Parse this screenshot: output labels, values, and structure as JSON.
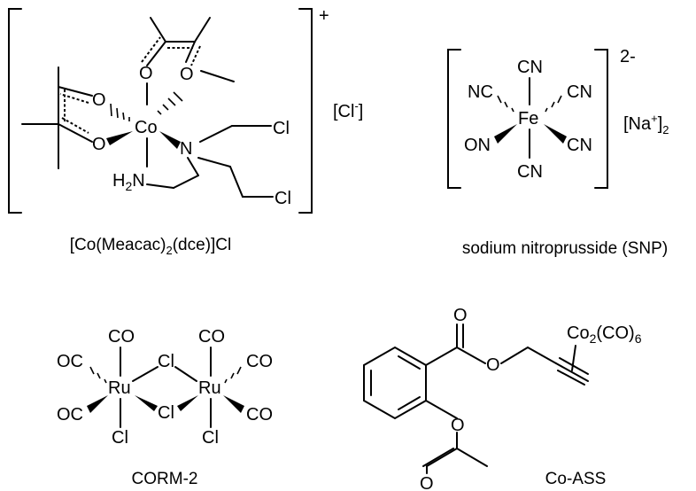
{
  "co_meacac": {
    "charge": "+",
    "counter_ion": "[Cl",
    "counter_ion_sup": "-",
    "counter_ion_close": "]",
    "atoms": {
      "co": "Co",
      "o1": "O",
      "o2": "O",
      "o3": "O",
      "o4": "O",
      "n": "N",
      "h2n": "H",
      "h2n_sub": "2",
      "h2n_n": "N",
      "cl1": "Cl",
      "cl2": "Cl"
    },
    "caption": {
      "a": "[Co(Meacac)",
      "sub": "2",
      "b": "(dce)]Cl"
    }
  },
  "snp": {
    "charge": "2-",
    "counter_ion": "[Na",
    "counter_ion_sup": "+",
    "counter_ion_close": "]",
    "counter_ion_sub": "2",
    "atoms": {
      "fe": "Fe",
      "cn_top": "CN",
      "cn_bottom": "CN",
      "cn_upper_right": "CN",
      "cn_lower_right": "CN",
      "nc_upper_left": "NC",
      "on_lower_left": "ON"
    },
    "caption": "sodium nitroprusside (SNP)"
  },
  "corm2": {
    "atoms": {
      "ru1": "Ru",
      "ru2": "Ru",
      "co_top1": "CO",
      "co_top2": "CO",
      "oc_ul": "OC",
      "oc_ll": "OC",
      "co_ur": "CO",
      "co_lr": "CO",
      "cl_bridge_top": "Cl",
      "cl_bridge_bot": "Cl",
      "cl_bot1": "Cl",
      "cl_bot2": "Cl"
    },
    "caption": "CORM-2"
  },
  "co_ass": {
    "atoms": {
      "o_carbonyl": "O",
      "o_ester": "O",
      "o_phenol": "O",
      "o_acetyl": "O",
      "co2co6_a": "Co",
      "co2co6_sub1": "2",
      "co2co6_b": "(CO)",
      "co2co6_sub2": "6"
    },
    "caption": "Co-ASS"
  }
}
